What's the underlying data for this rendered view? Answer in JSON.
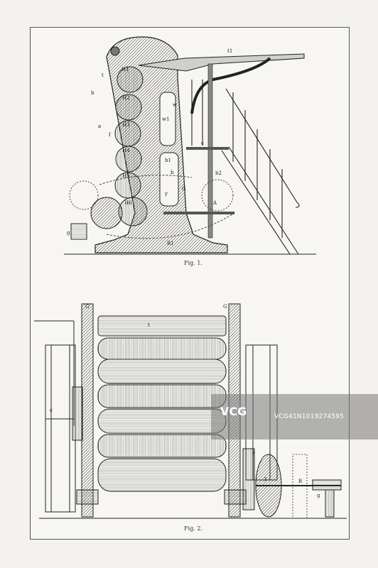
{
  "figures": {
    "fig1": {
      "caption": "Fig. 1.",
      "labels": [
        "t1",
        "t",
        "b",
        "H1",
        "H2",
        "H3",
        "H4",
        "H5",
        "H6",
        "a",
        "f",
        "w",
        "w1",
        "b",
        "b1",
        "y",
        "G",
        "c",
        "b2",
        "A",
        "g",
        "R1"
      ]
    },
    "fig2": {
      "caption": "Fig. 2.",
      "labels": [
        "G",
        "G",
        "t",
        "c",
        "z",
        "y",
        "R",
        "g"
      ]
    }
  },
  "watermark": {
    "logo_text": "VCG",
    "id_text": "VCG41N1019274595"
  },
  "colors": {
    "paper": "#f3f2ee",
    "ink": "#222222",
    "watermark": "#808080"
  }
}
